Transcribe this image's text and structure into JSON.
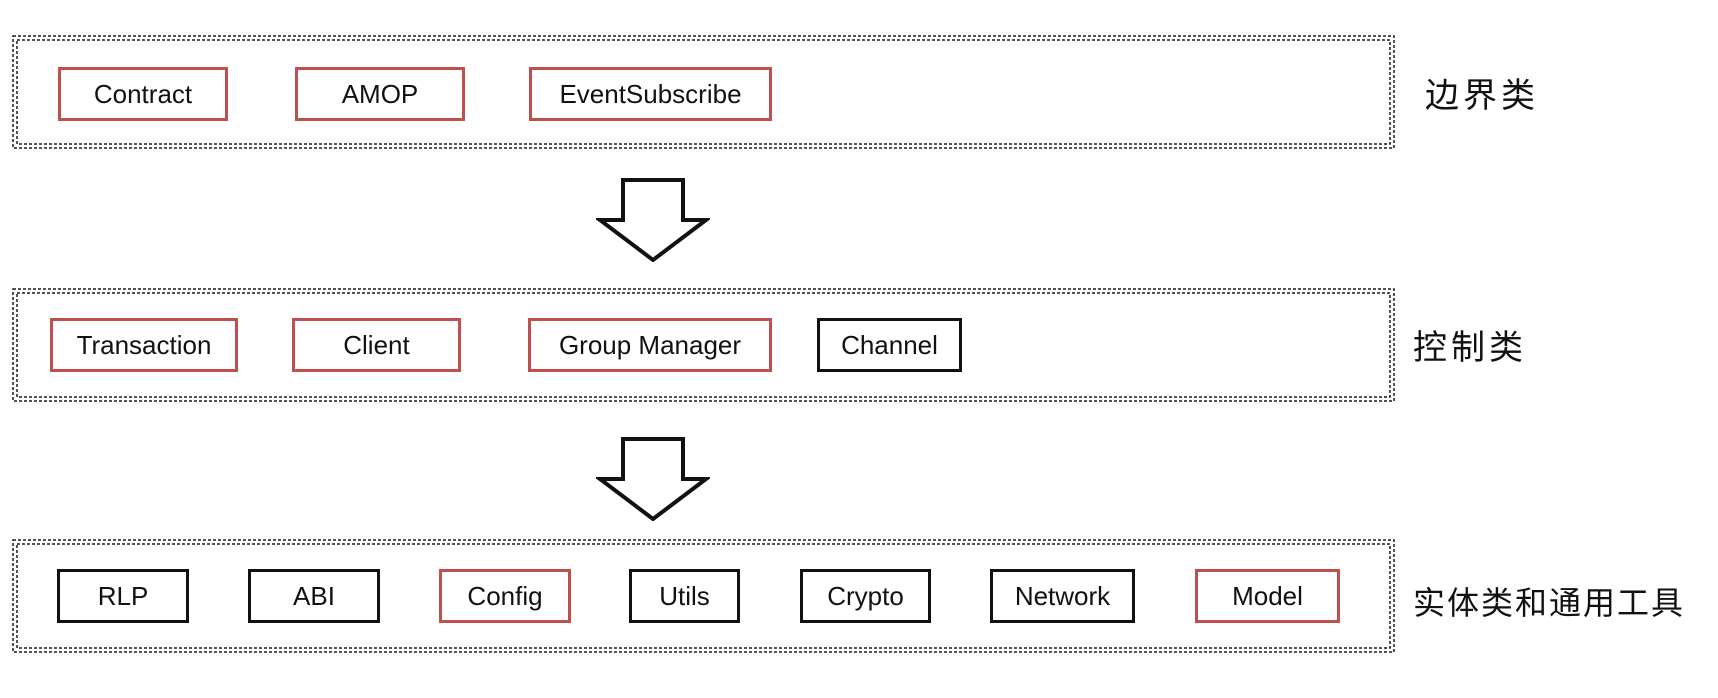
{
  "layers": [
    {
      "label": "边界类",
      "boxes": [
        {
          "text": "Contract",
          "color": "#c0504d"
        },
        {
          "text": "AMOP",
          "color": "#c0504d"
        },
        {
          "text": "EventSubscribe",
          "color": "#c0504d"
        }
      ]
    },
    {
      "label": "控制类",
      "boxes": [
        {
          "text": "Transaction",
          "color": "#c0504d"
        },
        {
          "text": "Client",
          "color": "#c0504d"
        },
        {
          "text": "Group Manager",
          "color": "#c0504d"
        },
        {
          "text": "Channel",
          "color": "#111111"
        }
      ]
    },
    {
      "label": "实体类和通用工具",
      "boxes": [
        {
          "text": "RLP",
          "color": "#111111"
        },
        {
          "text": "ABI",
          "color": "#111111"
        },
        {
          "text": "Config",
          "color": "#c0504d"
        },
        {
          "text": "Utils",
          "color": "#111111"
        },
        {
          "text": "Crypto",
          "color": "#111111"
        },
        {
          "text": "Network",
          "color": "#111111"
        },
        {
          "text": "Model",
          "color": "#c0504d"
        }
      ]
    }
  ],
  "colors": {
    "highlight": "#c0504d",
    "default": "#111111"
  }
}
